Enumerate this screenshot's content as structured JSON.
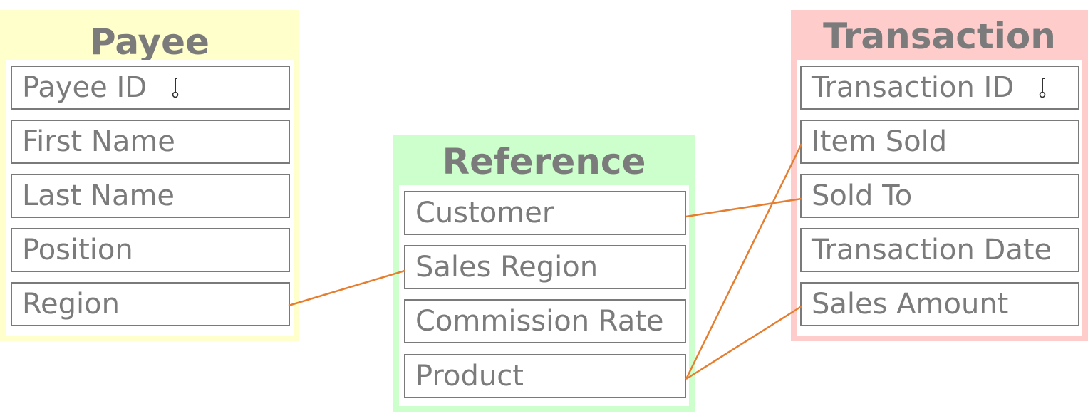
{
  "colors": {
    "payee_fill": "#ffffcc",
    "reference_fill": "#ccffcc",
    "transaction_fill": "#ffcccc",
    "field_border": "#7a7a7a",
    "text": "#7b7b7b",
    "link": "#e67e30"
  },
  "payee": {
    "title": "Payee",
    "fields": [
      "Payee ID",
      "First Name",
      "Last Name",
      "Position",
      "Region"
    ],
    "key_field_icon": "key-icon"
  },
  "reference": {
    "title": "Reference",
    "fields": [
      "Customer",
      "Sales Region",
      "Commission Rate",
      "Product"
    ]
  },
  "transaction": {
    "title": "Transaction",
    "fields": [
      "Transaction ID",
      "Item Sold",
      "Sold To",
      "Transaction Date",
      "Sales Amount"
    ],
    "key_field_icon": "key-icon"
  },
  "links": [
    {
      "from": "payee.Region",
      "to": "reference.Sales Region"
    },
    {
      "from": "reference.Customer",
      "to": "transaction.Sold To"
    },
    {
      "from": "reference.Product",
      "to": "transaction.Item Sold"
    },
    {
      "from": "reference.Product",
      "to": "transaction.Sales Amount"
    }
  ]
}
